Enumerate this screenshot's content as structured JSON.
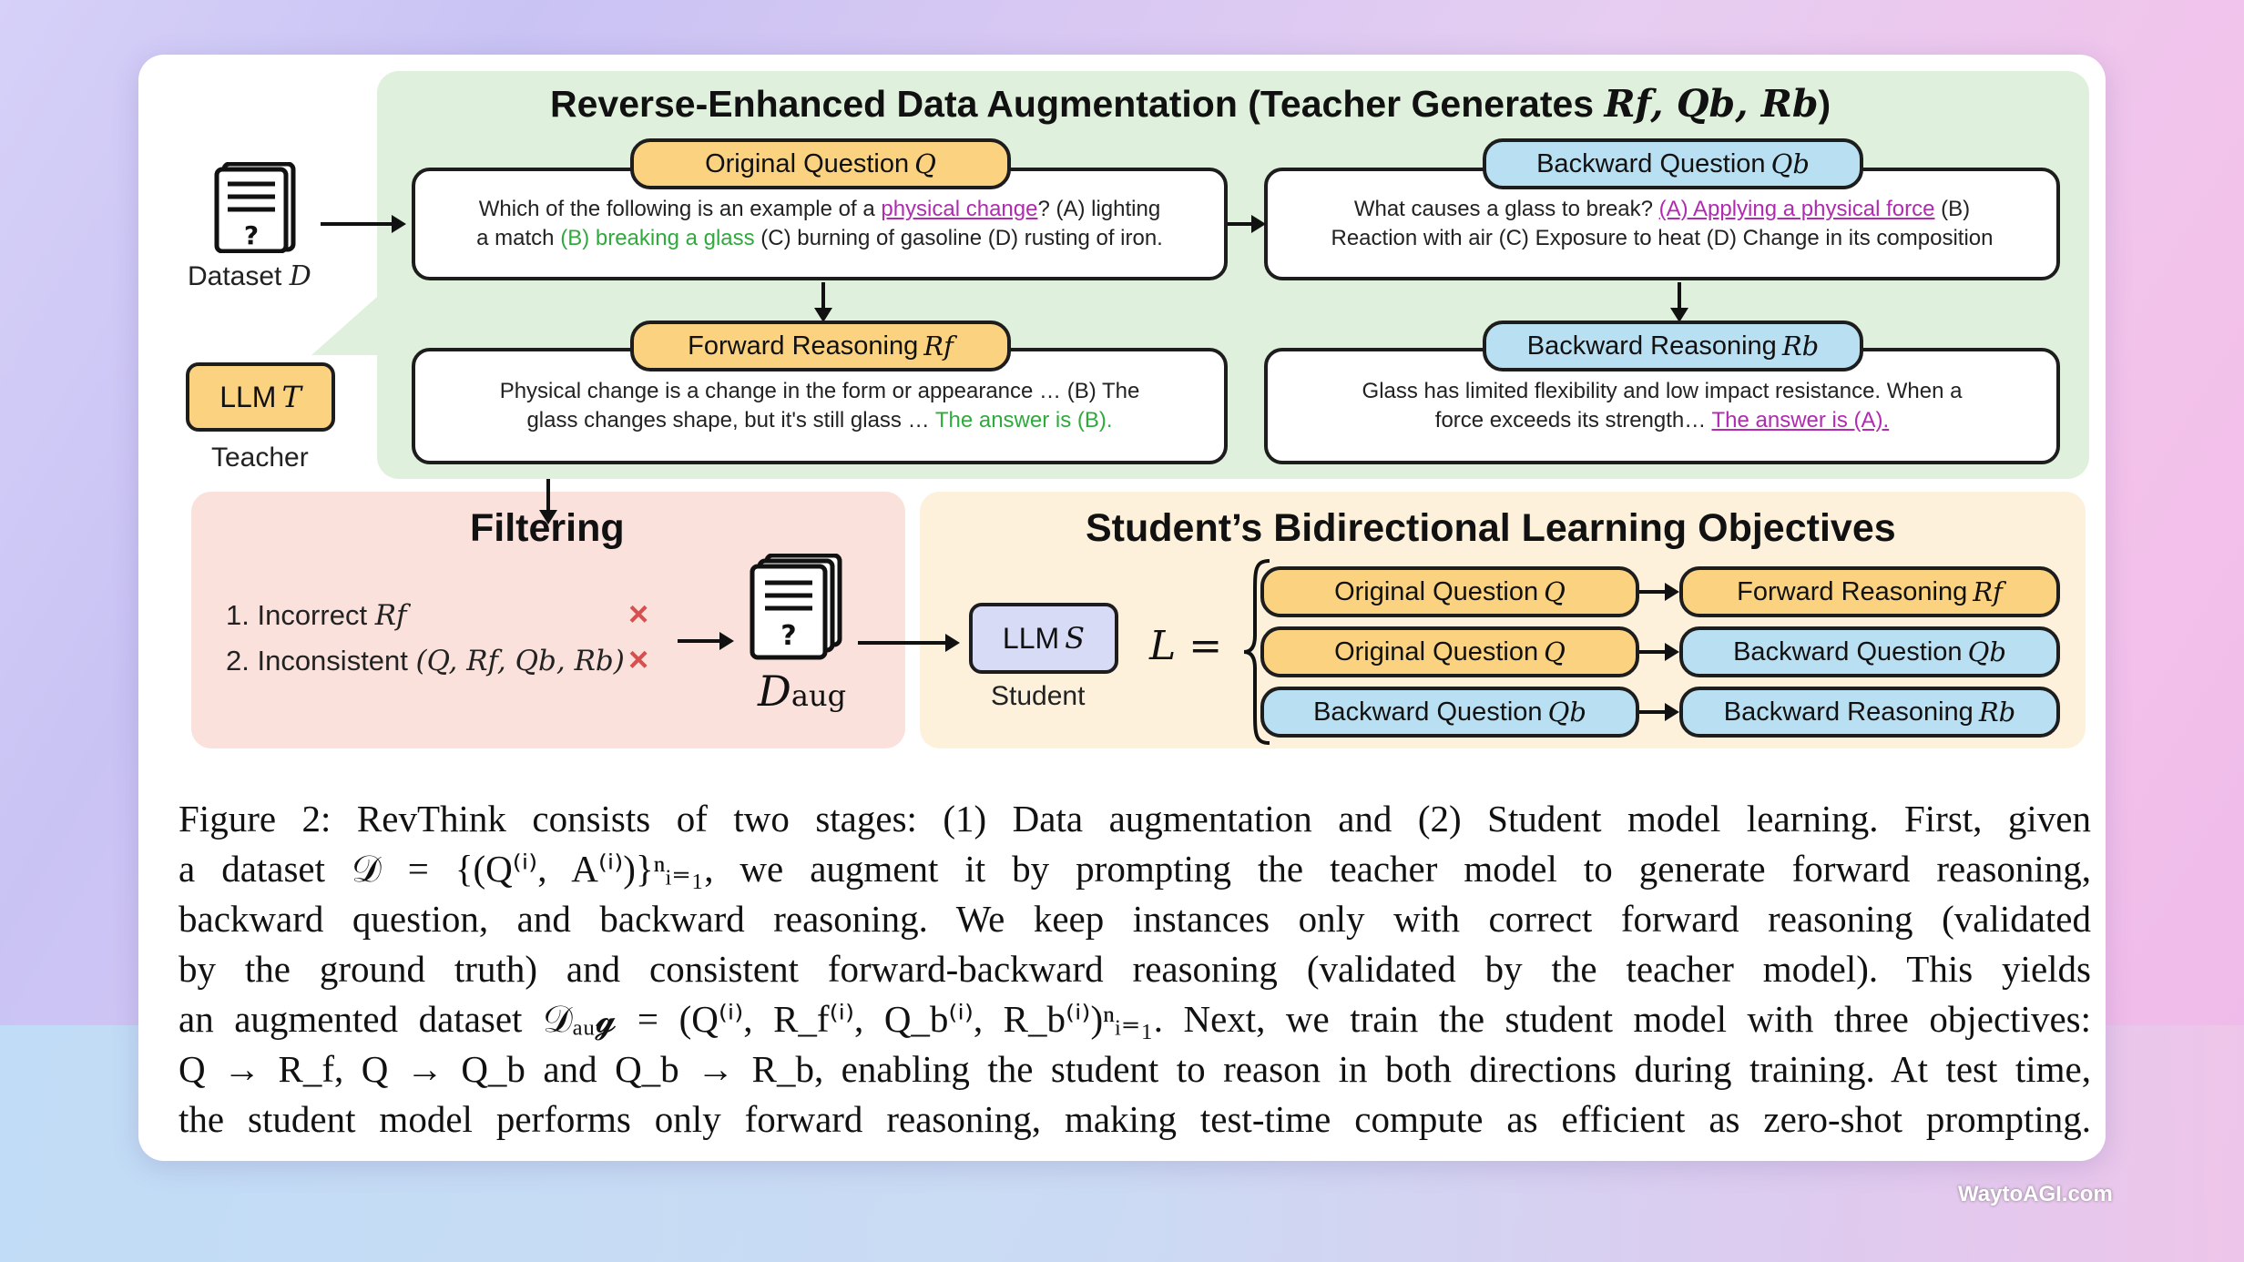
{
  "top_panel": {
    "title": "Reverse-Enhanced Data Augmentation (Teacher Generates ",
    "title_vars": "Rf, Qb, Rb",
    "title_close": ")"
  },
  "dataset": {
    "label": "Dataset ",
    "var": "D"
  },
  "teacher": {
    "llm_label": "LLM ",
    "llm_var": "T",
    "label": "Teacher"
  },
  "original_question": {
    "tag": "Original Question ",
    "tag_var": "Q",
    "text_1": "Which of the following is an example of a ",
    "text_link": "physical change",
    "text_2": "? (A) lighting",
    "text_3": "a match ",
    "text_green": "(B) breaking a glass",
    "text_4": " (C) burning of gasoline (D) rusting of iron."
  },
  "backward_question": {
    "tag": "Backward Question ",
    "tag_var": "Qb",
    "text_1": "What causes a glass to break? ",
    "text_link": "(A) Applying a physical force",
    "text_2": " (B)",
    "text_3": "Reaction with air (C) Exposure to heat (D) Change in its composition"
  },
  "forward_reasoning": {
    "tag": "Forward Reasoning ",
    "tag_var": "Rf",
    "text_1": "Physical change is a change in the form or appearance … (B) The",
    "text_2": "glass changes shape, but it's still glass … ",
    "text_green": "The answer is (B)."
  },
  "backward_reasoning": {
    "tag": "Backward Reasoning ",
    "tag_var": "Rb",
    "text_1": "Glass has limited flexibility and low impact resistance. When a",
    "text_2": "force exceeds its strength… ",
    "text_link": "The answer is (A)."
  },
  "filtering": {
    "title": "Filtering",
    "item_1": "1. Incorrect ",
    "item_1_var": "Rf",
    "item_2": "2. Inconsistent ",
    "item_2_var": "(Q, Rf, Qb, Rb)",
    "x_mark": "×",
    "aug_var": "D",
    "aug_sub": "aug"
  },
  "student": {
    "title": "Student’s Bidirectional Learning Objectives",
    "llm_label": "LLM ",
    "llm_var": "S",
    "label": "Student",
    "loss_var": "L =",
    "rows": [
      {
        "left": "Original Question ",
        "left_var": "Q",
        "left_color": "orange",
        "right": "Forward Reasoning ",
        "right_var": "Rf",
        "right_color": "orange"
      },
      {
        "left": "Original Question ",
        "left_var": "Q",
        "left_color": "orange",
        "right": "Backward Question ",
        "right_var": "Qb",
        "right_color": "blue"
      },
      {
        "left": "Backward Question ",
        "left_var": "Qb",
        "left_color": "blue",
        "right": "Backward Reasoning ",
        "right_var": "Rb",
        "right_color": "blue"
      }
    ]
  },
  "caption": {
    "lines": [
      "Figure 2: RevThink consists of two stages: (1) Data augmentation and (2) Student model learning. First, given",
      "a dataset 𝒟 = {(Q⁽ⁱ⁾, A⁽ⁱ⁾)}ⁿᵢ₌₁, we augment it by prompting the teacher model to generate forward reasoning,",
      "backward question, and backward reasoning. We keep instances only with correct forward reasoning (validated",
      "by the ground truth) and consistent forward-backward reasoning (validated by the teacher model). This yields",
      "an augmented dataset 𝒟ₐᵤ𝓰 = (Q⁽ⁱ⁾, R_f⁽ⁱ⁾, Q_b⁽ⁱ⁾, R_b⁽ⁱ⁾)ⁿᵢ₌₁. Next, we train the student model with three objectives:",
      "Q → R_f, Q → Q_b and Q_b → R_b, enabling the student to reason in both directions during training. At test time,",
      "the student model performs only forward reasoning, making test-time compute as efficient as zero-shot prompting."
    ]
  },
  "watermark": "WaytoAGI.com",
  "colors": {
    "orange": "#fbd27f",
    "blue": "#b9e0f2",
    "green_panel": "#dff1dc",
    "red_panel": "#fae1db",
    "yellow_panel": "#fdf1dc",
    "answer_green": "#2faa3c",
    "link_purple": "#b02bb0"
  }
}
